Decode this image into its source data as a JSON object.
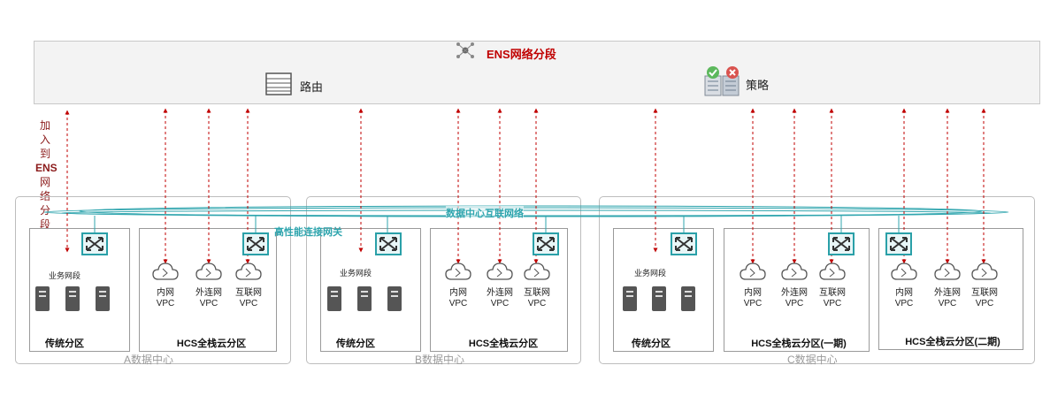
{
  "ens": {
    "title": "ENS网络分段",
    "routing": "路由",
    "policy": "策略"
  },
  "side_label": [
    "加",
    "入",
    "到",
    "ENS",
    "网",
    "络",
    "分",
    "段"
  ],
  "network": {
    "dc_interconnect": "数据中心互联网络",
    "gateway": "高性能连接网关"
  },
  "datacenters": [
    {
      "label": "A数据中心",
      "zones": [
        {
          "title": "传统分区",
          "segment": "业务网段"
        },
        {
          "title": "HCS全栈云分区",
          "vpcs": [
            [
              "内网",
              "VPC"
            ],
            [
              "外连网",
              "VPC"
            ],
            [
              "互联网",
              "VPC"
            ]
          ]
        }
      ]
    },
    {
      "label": "B数据中心",
      "zones": [
        {
          "title": "传统分区",
          "segment": "业务网段"
        },
        {
          "title": "HCS全栈云分区",
          "vpcs": [
            [
              "内网",
              "VPC"
            ],
            [
              "外连网",
              "VPC"
            ],
            [
              "互联网",
              "VPC"
            ]
          ]
        }
      ]
    },
    {
      "label": "C数据中心",
      "zones": [
        {
          "title": "传统分区",
          "segment": "业务网段"
        },
        {
          "title": "HCS全栈云分区(一期)",
          "vpcs": [
            [
              "内网",
              "VPC"
            ],
            [
              "外连网",
              "VPC"
            ],
            [
              "互联网",
              "VPC"
            ]
          ]
        },
        {
          "title": "HCS全栈云分区(二期)",
          "vpcs": [
            [
              "内网",
              "VPC"
            ],
            [
              "外连网",
              "VPC"
            ],
            [
              "互联网",
              "VPC"
            ]
          ]
        }
      ]
    }
  ],
  "colors": {
    "ens_title": "#c00000",
    "arrow": "#c00000",
    "network": "#2fa5ae",
    "switch": "#2aa0a8"
  }
}
